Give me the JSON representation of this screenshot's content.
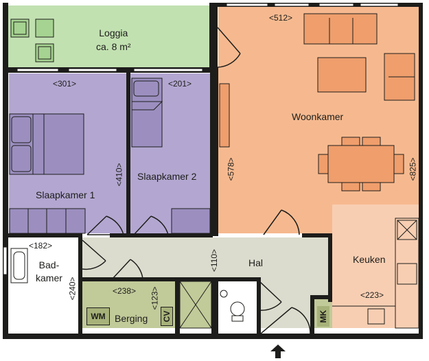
{
  "colors": {
    "wall": "#1d1d1b",
    "loggia": "#c2e1b1",
    "bedroom": "#b3a7d1",
    "living": "#f6b98f",
    "kitchen": "#f8ceb2",
    "hall": "#dcdcce",
    "storage": "#c1ca99",
    "bath": "#ffffff",
    "furniture_living": "#ef9e6c",
    "furniture_bed": "#9c8fc0",
    "furniture_loggia": "#a6d391"
  },
  "rooms": {
    "loggia": {
      "name": "Loggia",
      "area": "ca. 8 m²"
    },
    "woonkamer": {
      "name": "Woonkamer"
    },
    "slaapkamer1": {
      "name": "Slaapkamer 1"
    },
    "slaapkamer2": {
      "name": "Slaapkamer 2"
    },
    "badkamer": {
      "name_line1": "Bad-",
      "name_line2": "kamer"
    },
    "hal": {
      "name": "Hal"
    },
    "keuken": {
      "name": "Keuken"
    },
    "berging": {
      "name": "Berging"
    }
  },
  "dimensions": {
    "woonkamer_width": "<512>",
    "woonkamer_depth": "<578>",
    "woonkamer_right": "<825>",
    "slaapkamer1_width": "<301>",
    "slaapkamer1_depth": "<410>",
    "slaapkamer2_width": "<201>",
    "badkamer_width": "<182>",
    "badkamer_depth": "<240>",
    "hal_width": "<110>",
    "berging_width": "<238>",
    "berging_depth": "<123>",
    "keuken_width": "<223>"
  },
  "fixtures": {
    "wm": "WM",
    "cv": "CV",
    "mk": "MK"
  },
  "icons": {
    "entrance": "entrance-arrow-icon"
  }
}
